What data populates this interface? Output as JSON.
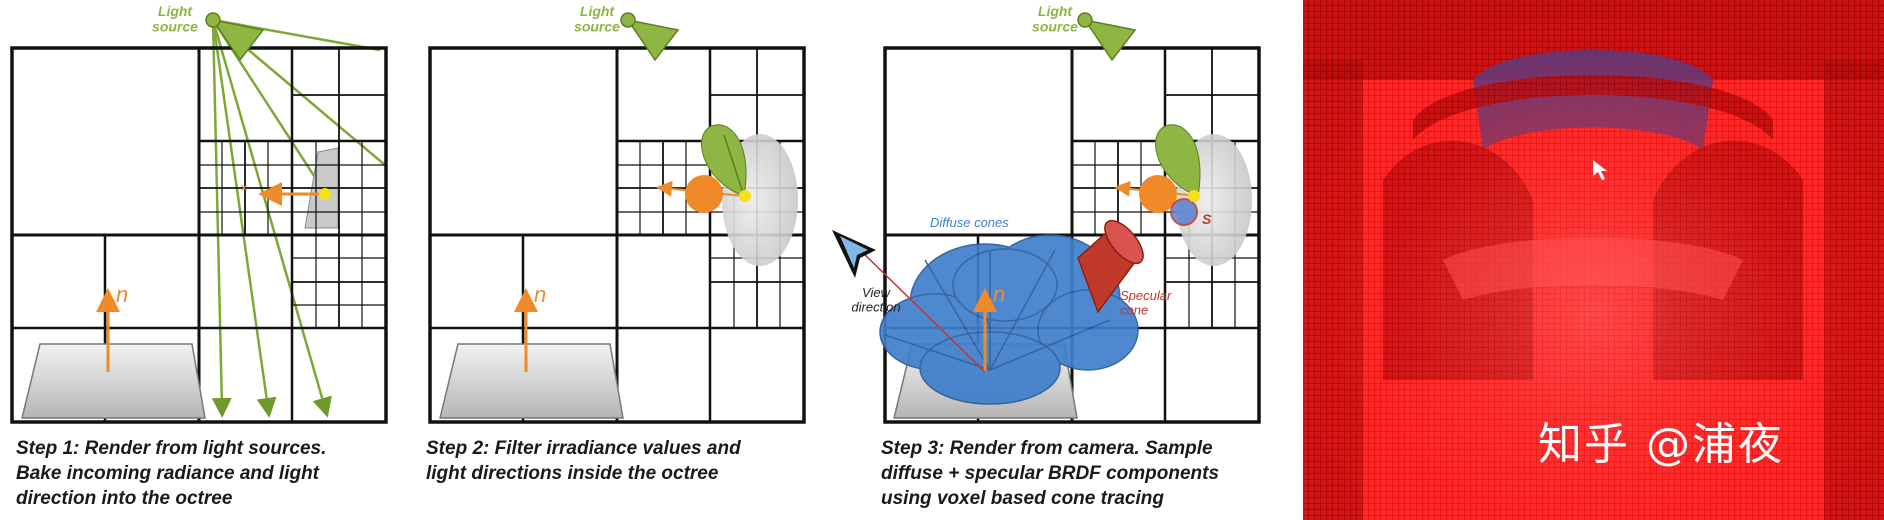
{
  "panels": [
    {
      "light_label": "Light\nsource",
      "normal_label": "n",
      "caption": "Step 1: Render from light sources.\nBake incoming radiance and light\ndirection into the octree"
    },
    {
      "light_label": "Light\nsource",
      "normal_label": "n",
      "caption": "Step 2: Filter irradiance values and\nlight directions inside the octree"
    },
    {
      "light_label": "Light\nsource",
      "normal_label": "n",
      "diffuse_label": "Diffuse cones",
      "view_label": "View\ndirection",
      "specular_label": "Specular\ncone",
      "s_label": "S",
      "caption": "Step 3: Render from camera. Sample\ndiffuse + specular BRDF components\nusing voxel based cone tracing"
    }
  ],
  "render": {
    "watermark": "知乎 @浦夜"
  },
  "colors": {
    "light_green": "#8fb543",
    "orange": "#f08a28",
    "cone_blue": "#3f7fcb",
    "specular_red": "#c0392b",
    "render_red": "#ff1f1f"
  }
}
